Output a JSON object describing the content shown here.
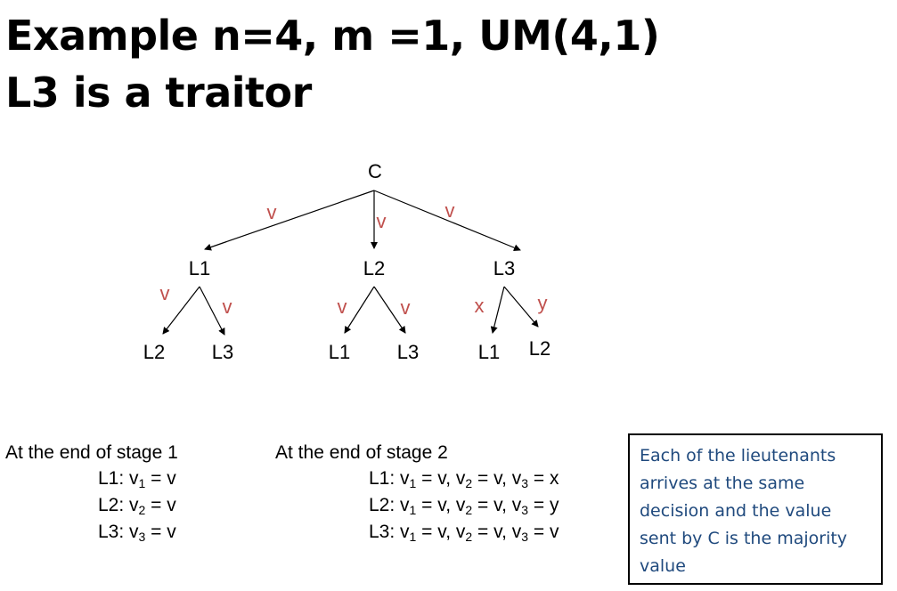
{
  "title": {
    "line1": "Example n=4, m =1, UM(4,1)",
    "line2": "L3 is a traitor"
  },
  "tree": {
    "root": "C",
    "level1": [
      "L1",
      "L2",
      "L3"
    ],
    "root_edge_labels": [
      "v",
      "v",
      "v"
    ],
    "level2_nodes": [
      "L2",
      "L3",
      "L1",
      "L3",
      "L1",
      "L2"
    ],
    "level2_edge_labels": [
      "v",
      "v",
      "v",
      "v",
      "x",
      "y"
    ],
    "colors": {
      "edge_label": "#c0504d",
      "node": "#000000"
    }
  },
  "stage1": {
    "heading": "At the end of stage 1",
    "rows": [
      {
        "prefix": "L1: v",
        "sub": "1",
        "rest": " = v"
      },
      {
        "prefix": "L2: v",
        "sub": "2",
        "rest": " = v"
      },
      {
        "prefix": "L3: v",
        "sub": "3",
        "rest": " = v"
      }
    ]
  },
  "stage2": {
    "heading": "At the end of stage 2",
    "rows": [
      {
        "lead": "L1: ",
        "v1": "v",
        "v2": "v",
        "v3": "x"
      },
      {
        "lead": "L2: ",
        "v1": "v",
        "v2": "v",
        "v3": "y"
      },
      {
        "lead": "L3: ",
        "v1": "v",
        "v2": "v",
        "v3": "v"
      }
    ],
    "symbol": "v",
    "subs": [
      "1",
      "2",
      "3"
    ],
    "equals": " = ",
    "separator": ", "
  },
  "note": {
    "text": "Each of the lieutenants arrives at the same decision and the value sent by C is the majority value",
    "color": "#1f497d"
  }
}
